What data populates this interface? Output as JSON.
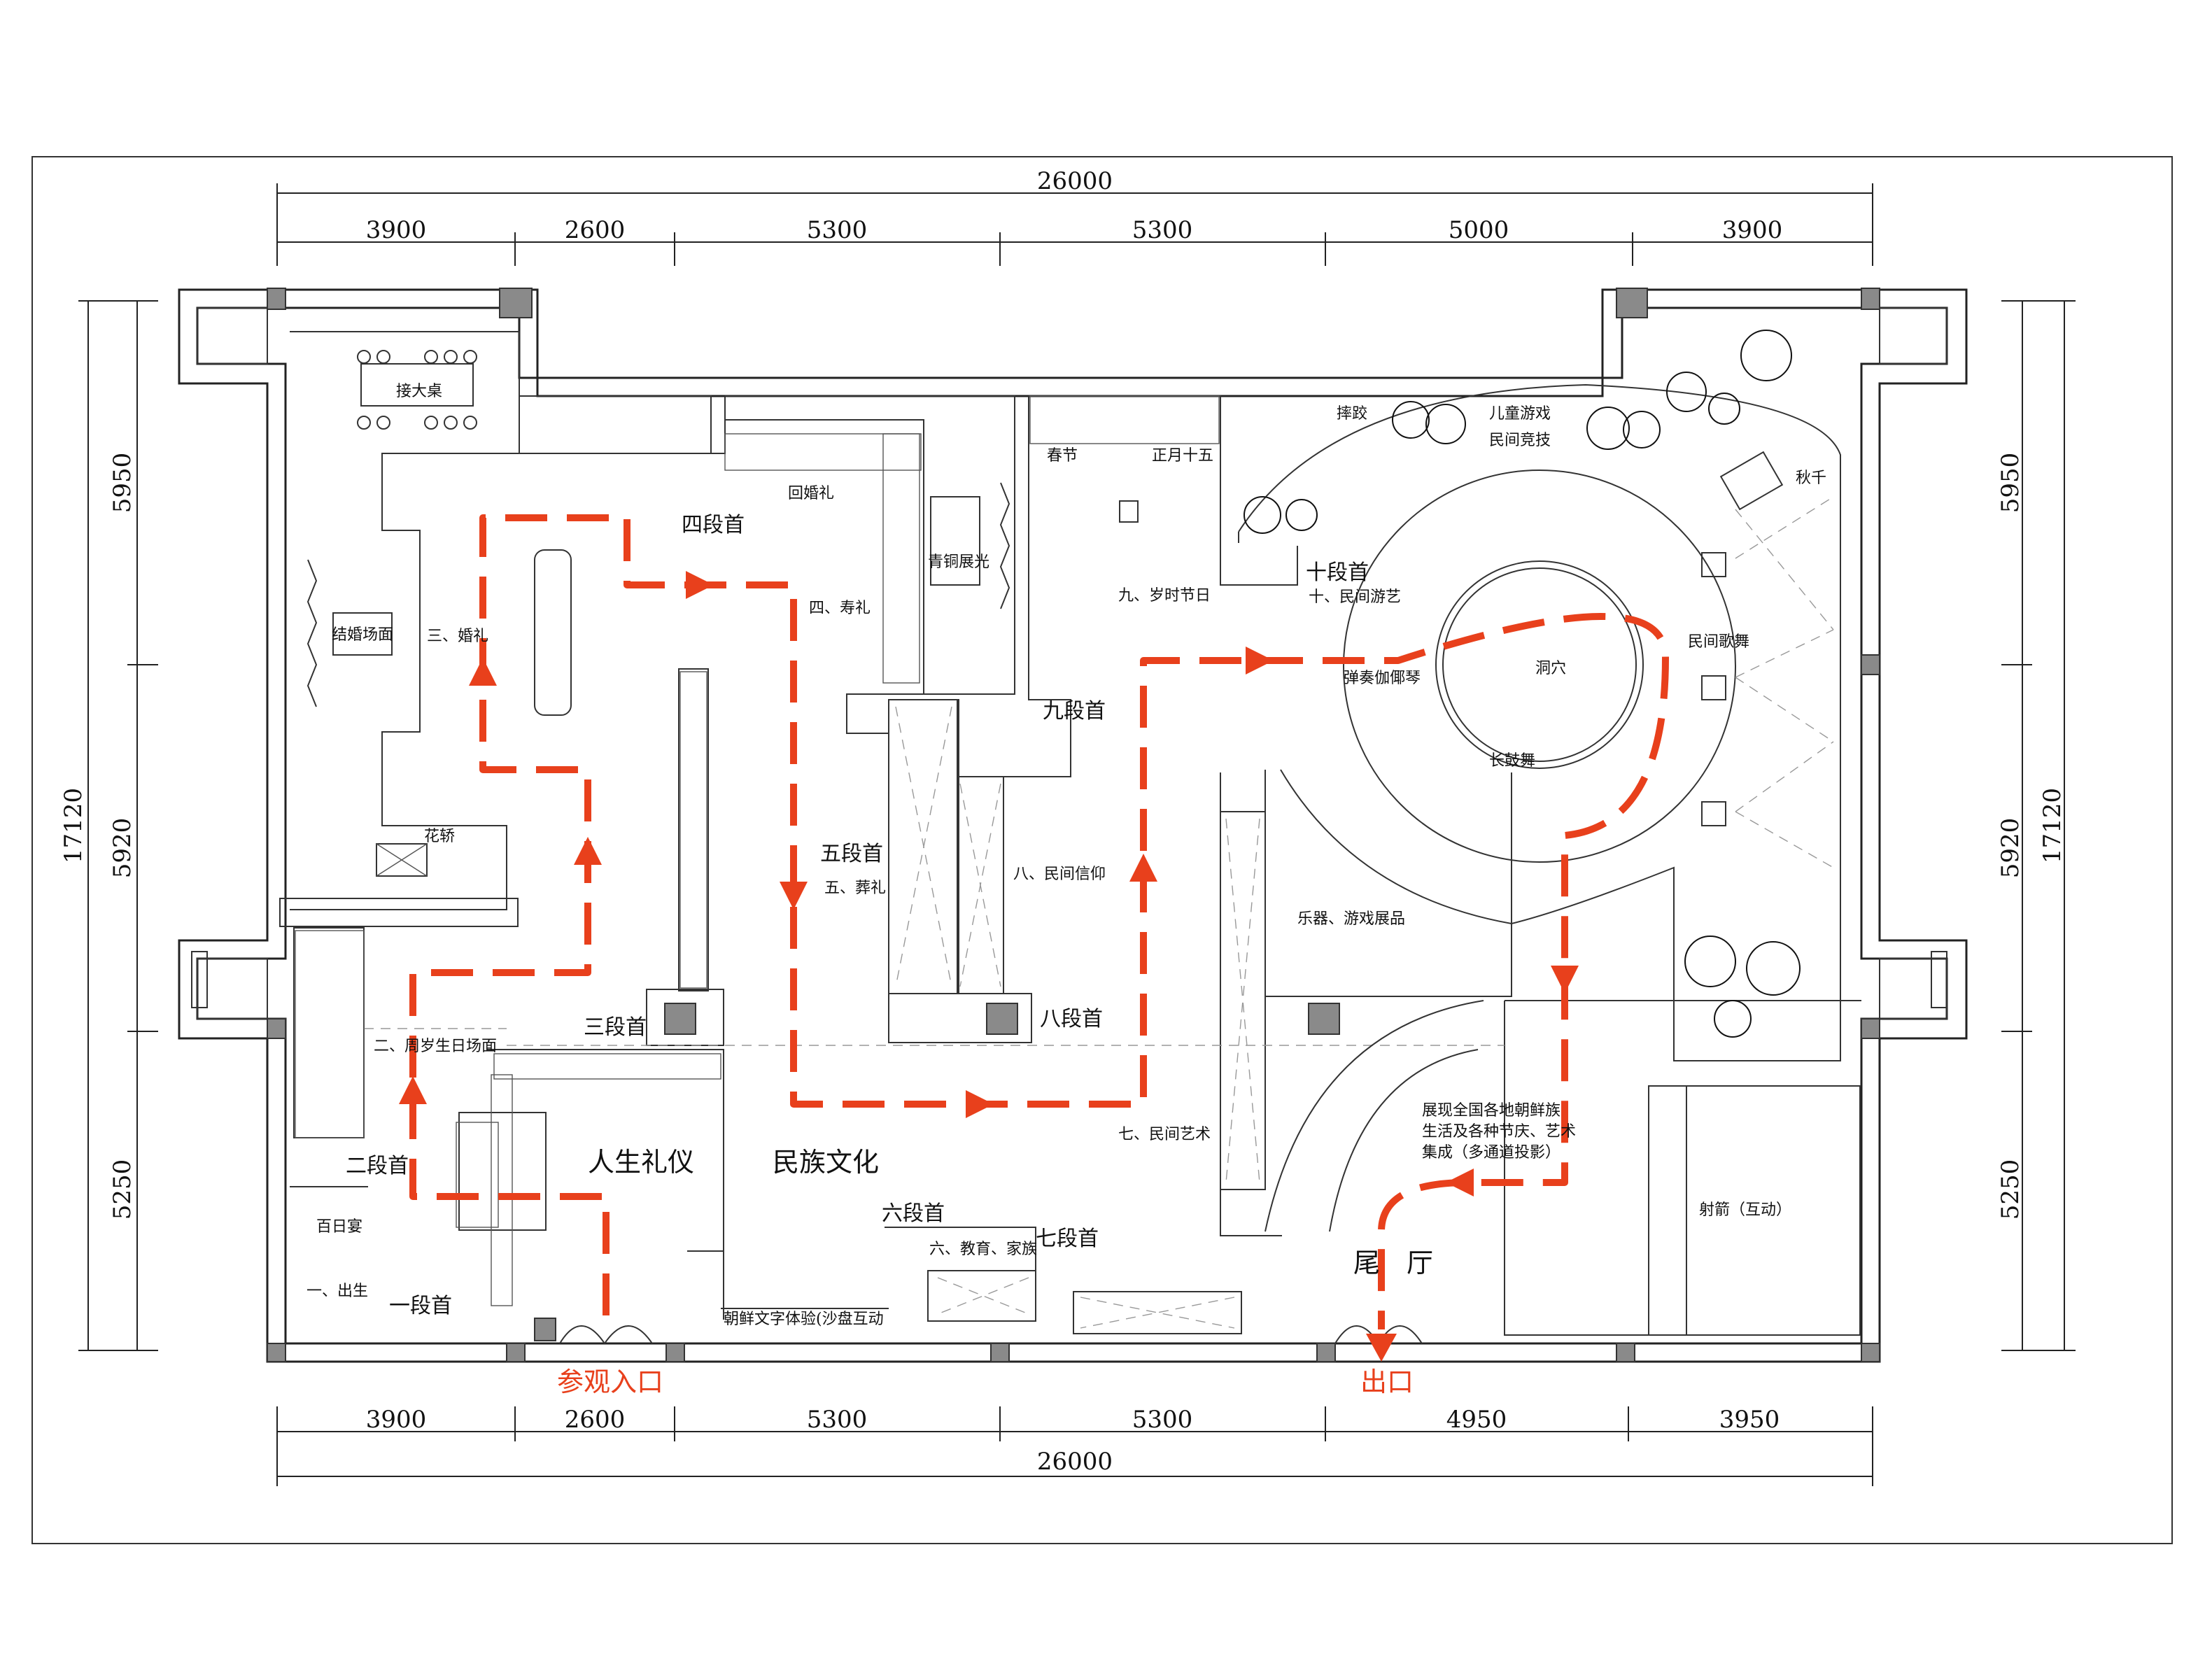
{
  "dimensions": {
    "top_total": "26000",
    "top_segments": [
      "3900",
      "2600",
      "5300",
      "5300",
      "5000",
      "3900"
    ],
    "bottom_total": "26000",
    "bottom_segments": [
      "3900",
      "2600",
      "5300",
      "5300",
      "4950",
      "3950"
    ],
    "left_total": "17120",
    "left_segments": [
      "5950",
      "5920",
      "5250"
    ],
    "right_total": "17120",
    "right_segments": [
      "5950",
      "5920",
      "5250"
    ]
  },
  "zones": {
    "life_rites": "人生礼仪",
    "ethnic_culture": "民族文化",
    "end_hall": "尾　厅"
  },
  "doors": {
    "entrance": "参观入口",
    "exit": "出口"
  },
  "section_heads": {
    "s1": "一段首",
    "s2": "二段首",
    "s3": "三段首",
    "s4": "四段首",
    "s5": "五段首",
    "s6": "六段首",
    "s7": "七段首",
    "s8": "八段首",
    "s9": "九段首",
    "s10": "十段首"
  },
  "exhibits": {
    "birth": "一、出生",
    "hundred_day": "百日宴",
    "first_birthday": "二、周岁生日场面",
    "wedding": "三、婚礼",
    "wedding_scene": "结婚场面",
    "bridal_sedan": "花轿",
    "big_table": "接大桌",
    "longevity": "四、寿礼",
    "back_marriage": "回婚礼",
    "bronze_display": "青铜展光",
    "funeral": "五、葬礼",
    "education_family": "六、教育、家族",
    "folk_art": "七、民间艺术",
    "folk_belief": "八、民间信仰",
    "seasonal_festivals": "九、岁时节日",
    "spring_festival": "春节",
    "lantern_festival": "正月十五",
    "folk_games": "十、民间游艺",
    "script_experience": "朝鲜文字体验(沙盘互动",
    "instruments_games": "乐器、游戏展品",
    "kayagum": "弹奏伽倻琴",
    "long_drum": "长鼓舞",
    "dome": "洞穴",
    "folk_song_dance": "民间歌舞",
    "wrestling": "摔跤",
    "children_games": "儿童游戏",
    "folk_sports": "民间竞技",
    "swing": "秋千",
    "archery": "射箭（互动）",
    "projection": [
      "展现全国各地朝鲜族",
      "生活及各种节庆、艺术",
      "集成（多通道投影）"
    ]
  },
  "colors": {
    "route": "#e8401c",
    "wall": "#222222",
    "column": "#8a8a8a"
  }
}
